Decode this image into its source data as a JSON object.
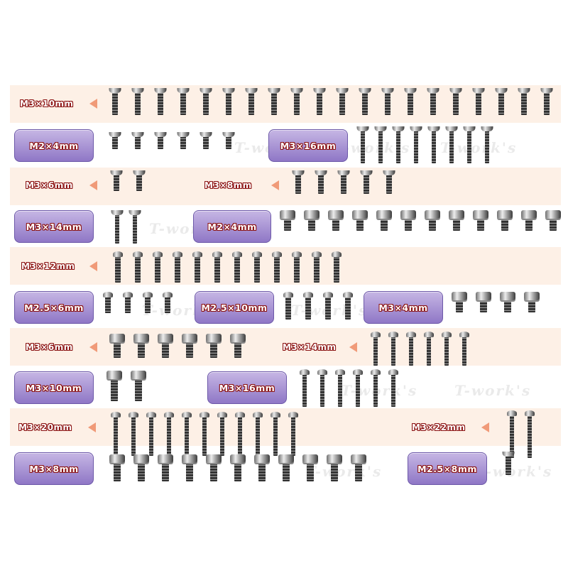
{
  "watermark": "T-work's",
  "colors": {
    "band": "#fdf0e6",
    "box_top": "#c6b6e4",
    "box_bottom": "#8f77c6",
    "arrow": "#f09a78",
    "label_outline": "#8a1010"
  },
  "rows": [
    {
      "peach": true,
      "labels": [
        {
          "text": "M3×10mm",
          "style": "arrow"
        }
      ]
    },
    {
      "peach": false,
      "labels": [
        {
          "text": "M2×4mm",
          "style": "box"
        },
        {
          "text": "M3×16mm",
          "style": "box"
        }
      ]
    },
    {
      "peach": true,
      "labels": [
        {
          "text": "M3×6mm",
          "style": "arrow"
        },
        {
          "text": "M3×8mm",
          "style": "arrow"
        }
      ]
    },
    {
      "peach": false,
      "labels": [
        {
          "text": "M3×14mm",
          "style": "box"
        },
        {
          "text": "M2×4mm",
          "style": "box"
        }
      ]
    },
    {
      "peach": true,
      "labels": [
        {
          "text": "M3×12mm",
          "style": "arrow"
        }
      ]
    },
    {
      "peach": false,
      "labels": [
        {
          "text": "M2.5×6mm",
          "style": "box"
        },
        {
          "text": "M2.5×10mm",
          "style": "box"
        },
        {
          "text": "M3×4mm",
          "style": "box"
        }
      ]
    },
    {
      "peach": true,
      "labels": [
        {
          "text": "M3×6mm",
          "style": "arrow"
        },
        {
          "text": "M3×14mm",
          "style": "arrow"
        }
      ]
    },
    {
      "peach": false,
      "labels": [
        {
          "text": "M3×10mm",
          "style": "box"
        },
        {
          "text": "M3×16mm",
          "style": "box"
        }
      ]
    },
    {
      "peach": true,
      "labels": [
        {
          "text": "M3×20mm",
          "style": "arrow"
        },
        {
          "text": "M3×22mm",
          "style": "arrow"
        }
      ]
    },
    {
      "peach": false,
      "labels": [
        {
          "text": "M3×8mm",
          "style": "box"
        },
        {
          "text": "M2.5×8mm",
          "style": "box"
        }
      ]
    }
  ],
  "screw_groups": [
    {
      "head": "flat",
      "count": 20,
      "length_mm": 10
    },
    {
      "head": "flat",
      "count": 6,
      "length_mm": 4
    },
    {
      "head": "flat",
      "count": 8,
      "length_mm": 16
    },
    {
      "head": "flat",
      "count": 2,
      "length_mm": 6
    },
    {
      "head": "flat",
      "count": 5,
      "length_mm": 8
    },
    {
      "head": "flat",
      "count": 2,
      "length_mm": 14
    },
    {
      "head": "flange",
      "count": 12,
      "length_mm": 4
    },
    {
      "head": "button",
      "count": 12,
      "length_mm": 12
    },
    {
      "head": "button",
      "count": 4,
      "length_mm": 6
    },
    {
      "head": "button",
      "count": 4,
      "length_mm": 10
    },
    {
      "head": "flange",
      "count": 4,
      "length_mm": 4
    },
    {
      "head": "flange",
      "count": 6,
      "length_mm": 6
    },
    {
      "head": "button",
      "count": 6,
      "length_mm": 14
    },
    {
      "head": "flange",
      "count": 2,
      "length_mm": 10
    },
    {
      "head": "button",
      "count": 6,
      "length_mm": 16
    },
    {
      "head": "button",
      "count": 11,
      "length_mm": 20
    },
    {
      "head": "button",
      "count": 2,
      "length_mm": 22
    },
    {
      "head": "flange",
      "count": 11,
      "length_mm": 8
    },
    {
      "head": "flat",
      "count": 1,
      "length_mm": 8
    }
  ]
}
